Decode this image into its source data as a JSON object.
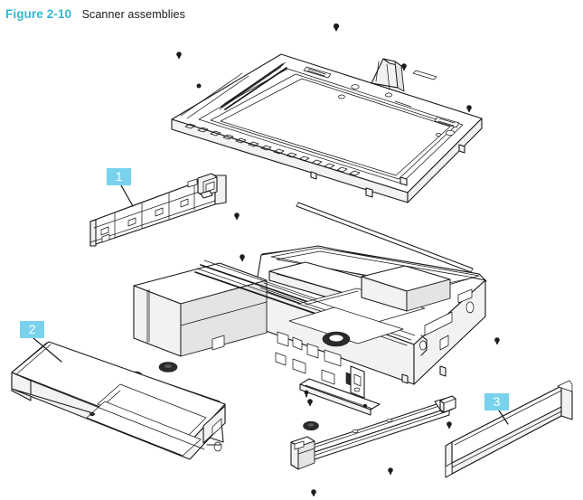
{
  "figure": {
    "label": "Figure 2-10",
    "title": "Scanner assemblies",
    "label_color": "#37b6d3",
    "title_color": "#1a1a1a"
  },
  "diagram": {
    "type": "exploded-parts-view",
    "background_color": "#ffffff",
    "line_color": "#1a1a1a",
    "callout_box_color": "#79d2ec",
    "callout_text_color": "#ffffff",
    "parts": [
      {
        "callout": "1",
        "name": "scanner-rail-bracket",
        "description": "Segmented rail bracket"
      },
      {
        "callout": "2",
        "name": "scanner-left-cover",
        "description": "Long rectangular cover with recessed notch"
      },
      {
        "callout": "3",
        "name": "scanner-front-panel",
        "description": "Flat angled front trim panel"
      }
    ],
    "unlabeled_parts": [
      "scanner-lid-frame-assembly",
      "scanner-base-assembly",
      "carriage-rod",
      "support-bar",
      "rubber-feet",
      "screws"
    ]
  },
  "callouts": [
    {
      "number": "1"
    },
    {
      "number": "2"
    },
    {
      "number": "3"
    }
  ]
}
